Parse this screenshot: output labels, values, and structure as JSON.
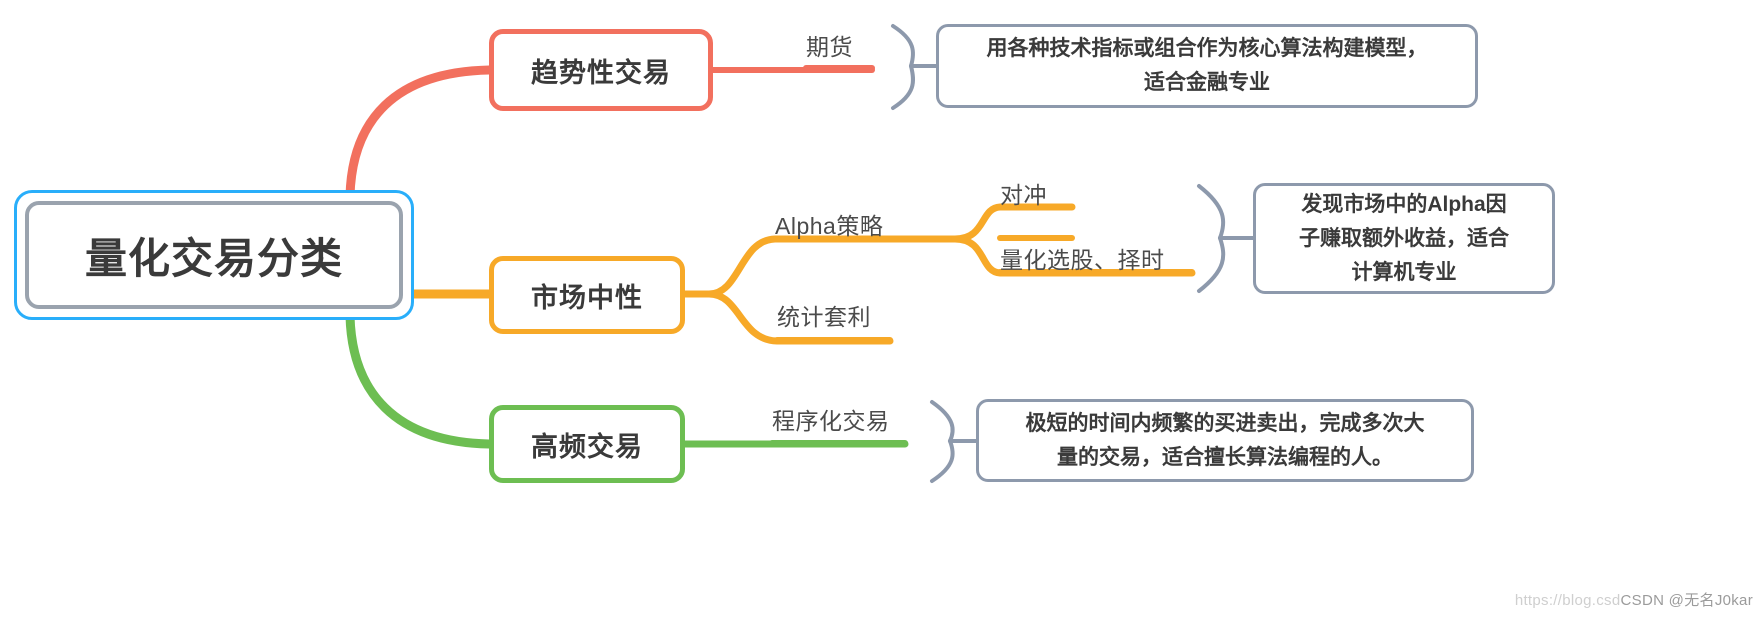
{
  "diagram": {
    "type": "mindmap",
    "title": "量化交易分类",
    "root": {
      "label": "量化交易分类",
      "selected": true,
      "selection_color": "#29AEFA",
      "border_color": "#9AA3AE"
    },
    "branches": [
      {
        "label": "趋势性交易",
        "color": "#F2705E",
        "sublabels": [
          "期货"
        ],
        "description": {
          "line1": "用各种技术指标或组合作为核心算法构建模型，",
          "line2": "适合金融专业"
        }
      },
      {
        "label": "市场中性",
        "color": "#F7A928",
        "sublabels": [
          "Alpha策略",
          "对冲",
          "量化选股、择时",
          "统计套利"
        ],
        "description": {
          "line1": "发现市场中的Alpha因",
          "line2": "子赚取额外收益，适合",
          "line3": "计算机专业"
        }
      },
      {
        "label": "高频交易",
        "color": "#6DBE52",
        "sublabels": [
          "程序化交易"
        ],
        "description": {
          "line1": "极短的时间内频繁的买进卖出，完成多次大",
          "line2": "量的交易，适合擅长算法编程的人。"
        }
      }
    ],
    "description_border_color": "#8D99AC"
  },
  "watermark": {
    "url": "https://blog.csd",
    "credit": "CSDN @无名J0kar"
  }
}
